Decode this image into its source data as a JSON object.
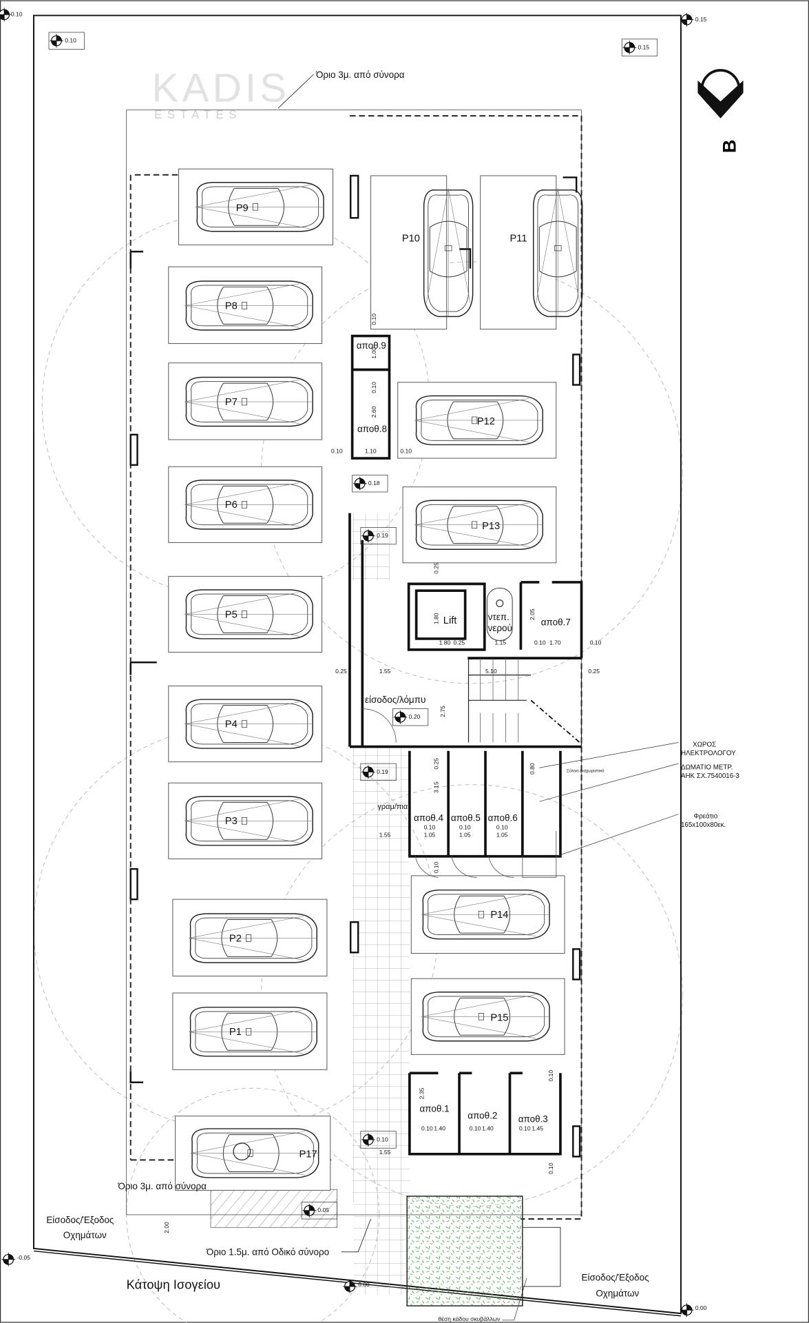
{
  "title": "Κάτοψη Ισογείου",
  "watermark": {
    "main": "KADIS",
    "sub": "ESTATES"
  },
  "section_marker": "B",
  "parking": {
    "p1": "P1",
    "p2": "P2",
    "p3": "P3",
    "p4": "P4",
    "p5": "P5",
    "p6": "P6",
    "p7": "P7",
    "p8": "P8",
    "p9": "P9",
    "p10": "P10",
    "p11": "P11",
    "p12": "P12",
    "p13": "P13",
    "p14": "P14",
    "p15": "P15",
    "p17": "P17"
  },
  "storage": {
    "s1": "αποθ.1",
    "s2": "αποθ.2",
    "s3": "αποθ.3",
    "s4": "αποθ.4",
    "s5": "αποθ.5",
    "s6": "αποθ.6",
    "s7": "αποθ.7",
    "s8": "αποθ.8",
    "s9": "αποθ.9"
  },
  "rooms": {
    "lift": "Lift",
    "tank_1": "ντεπ.",
    "tank_2": "νερού",
    "lobby": "είσοδος/λόμπυ",
    "letterboxes": "γραμ/πια"
  },
  "annotations": {
    "setback_3m": "Όριο 3μ. από σύνορα",
    "road_setback": "Όριο 1.5μ. από Οδικό σύνορο",
    "vehicle_entry_1": "Είσοδος/Έξοδος",
    "vehicle_entry_2": "Οχημάτων",
    "electrician_1": "ΧΩΡΟΣ",
    "electrician_2": "ΗΛΕΚΤΡΟΛΟΓΟΥ",
    "meter_1": "ΔΩΜΑΤΙΟ ΜΕΤΡ.",
    "meter_2": "ΑΗΚ ΣΧ.7540016-3",
    "wood_partition": "Ξύλινο Διαχωριστικό",
    "pit_1": "Φρεάτιο",
    "pit_2": "165x100x80εκ.",
    "bin": "θέση κάδου σκυβάλλων"
  },
  "levels": {
    "tl_corner": "0.10",
    "tl_box": "0.10",
    "tr_corner": "0.15",
    "tr_box": "0.15",
    "l018": "0.18",
    "l019a": "0.19",
    "l020": "0.20",
    "l019b": "0.19",
    "l010": "0.10",
    "l005": "0.05",
    "lm005": "-0.05",
    "l000": "0.00",
    "br": "0.00"
  },
  "dims": [
    "0.10",
    "1.00",
    "0.10",
    "2.60",
    "0.10",
    "1.10",
    "0.10",
    "0.25",
    "1.80",
    "1.80",
    "0.25",
    "1.15",
    "2.05",
    "0.10",
    "1.70",
    "0.10",
    "0.25",
    "1.55",
    "5.10",
    "0.25",
    "2.75",
    "0.25",
    "3.15",
    "0.10",
    "1.05",
    "0.10",
    "1.05",
    "0.10",
    "1.05",
    "1.55",
    "0.10",
    "0.80",
    "0.10",
    "2.35",
    "0.10",
    "1.40",
    "0.10",
    "1.40",
    "0.10",
    "1.45",
    "0.10",
    "1.55",
    "2.00"
  ]
}
